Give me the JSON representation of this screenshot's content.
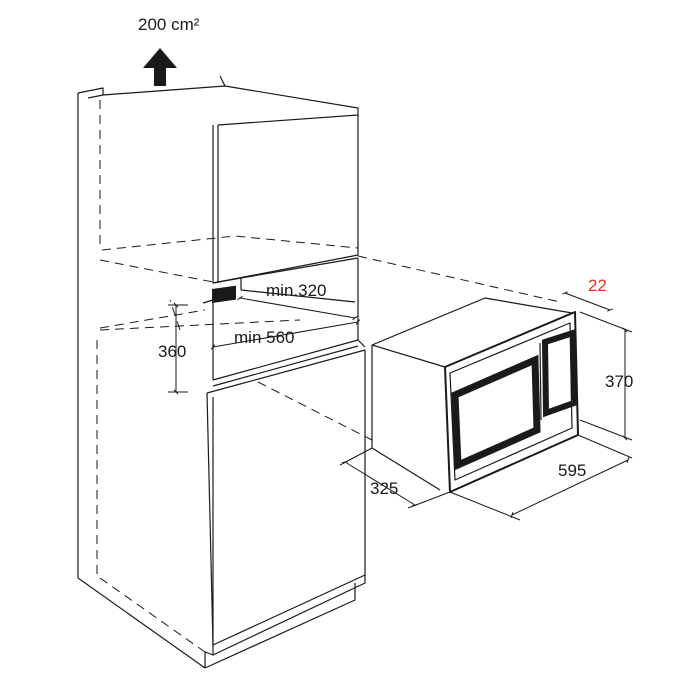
{
  "labels": {
    "ventilation": "200 cm²",
    "min_depth": "min.320",
    "min_width": "min 560",
    "niche_height": "360",
    "appliance_height": "370",
    "appliance_width": "595",
    "appliance_depth": "325",
    "frame_offset": "22"
  },
  "colors": {
    "accent": "#d9361a",
    "line": "#1a1a1a",
    "background": "#ffffff"
  },
  "icons": {
    "ventilation_arrow": "arrow-up-icon"
  }
}
